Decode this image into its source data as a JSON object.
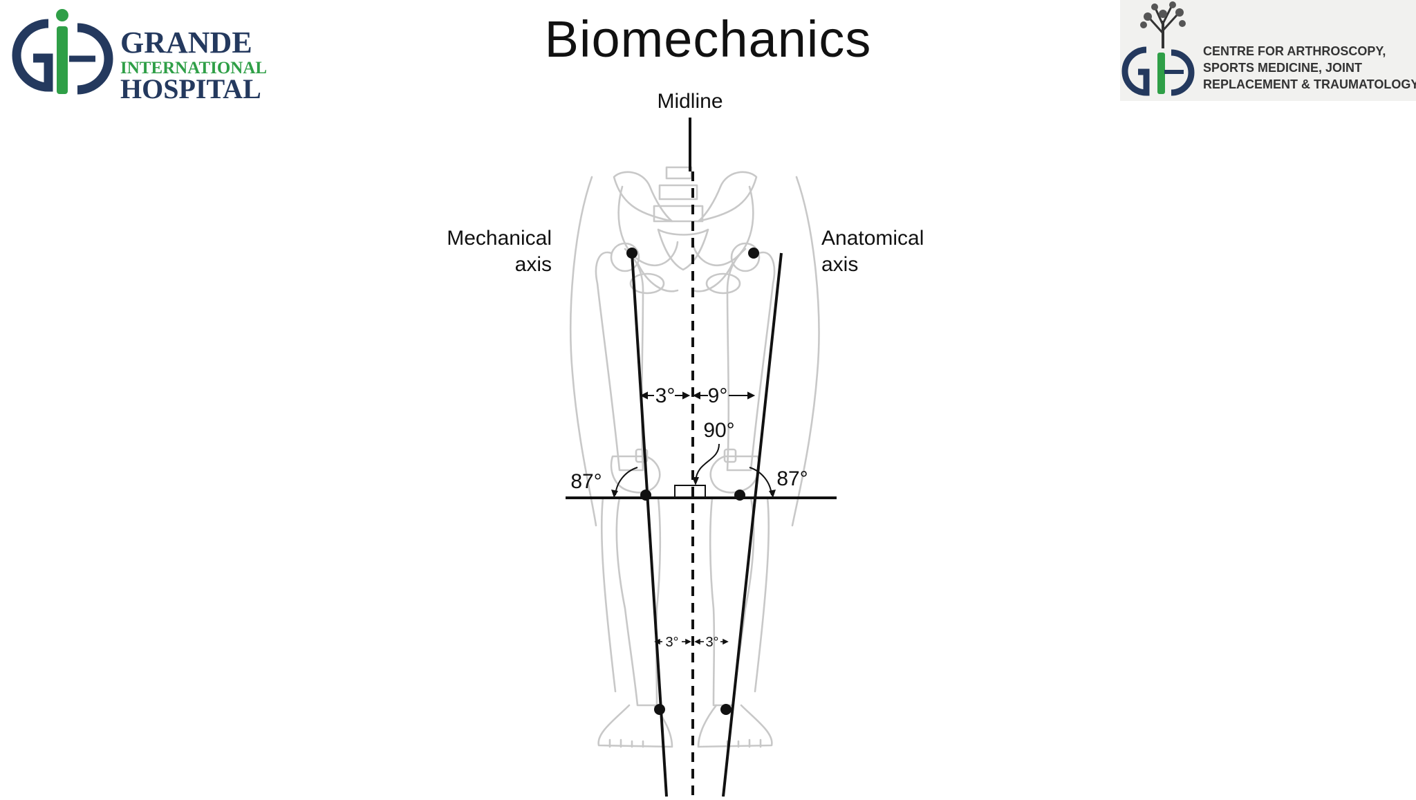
{
  "slide": {
    "title": "Biomechanics"
  },
  "logo_left": {
    "name_line1": "GRANDE",
    "name_line2": "INTERNATIONAL",
    "name_line3": "HOSPITAL",
    "colors": {
      "navy": "#24395e",
      "green": "#2f9f47"
    }
  },
  "logo_right": {
    "line1": "CENTRE FOR ARTHROSCOPY,",
    "line2": "SPORTS MEDICINE, JOINT",
    "line3": "REPLACEMENT & TRAUMATOLOGY",
    "icon": "tree-icon"
  },
  "diagram": {
    "midline_label": "Midline",
    "mechanical_axis_label_line1": "Mechanical",
    "mechanical_axis_label_line2": "axis",
    "anatomical_axis_label_line1": "Anatomical",
    "anatomical_axis_label_line2": "axis",
    "angle_mech_midline": "3°",
    "angle_anat_midline": "9°",
    "angle_right": "90°",
    "angle_left_knee": "87°",
    "angle_right_knee": "87°",
    "angle_lower_left": "3°",
    "angle_lower_right": "3°"
  }
}
